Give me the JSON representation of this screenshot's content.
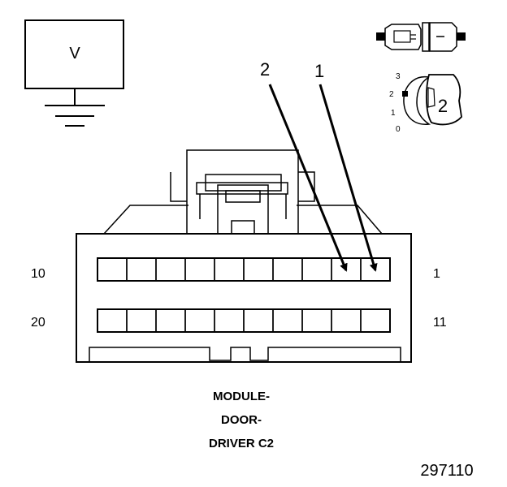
{
  "meter": {
    "label": "V"
  },
  "callouts": {
    "pin2": "2",
    "pin1": "1"
  },
  "rows": {
    "top_left": "10",
    "top_right": "1",
    "bottom_left": "20",
    "bottom_right": "11"
  },
  "selector": {
    "pos3": "3",
    "pos2": "2",
    "pos1": "1",
    "pos0": "0",
    "setting": "2"
  },
  "caption": {
    "line1": "MODULE-",
    "line2": "DOOR-",
    "line3": "DRIVER C2"
  },
  "figure_number": "297110"
}
